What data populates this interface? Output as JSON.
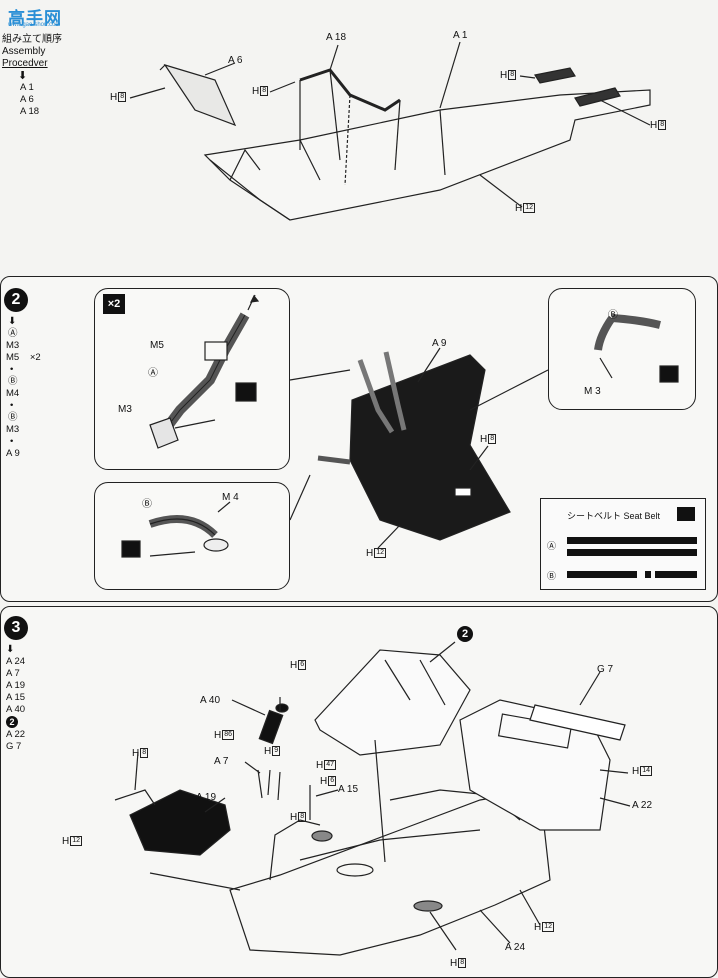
{
  "header": {
    "logo_text": "高手网",
    "logo_url": "www.gao-shou.com",
    "title_jp": "組み立て順序",
    "title_en": "Assembly",
    "title_en2": "Procedver"
  },
  "step1": {
    "sequence": [
      "A 1",
      "A 6",
      "A 18"
    ],
    "parts": {
      "a18": "A 18",
      "a1": "A 1",
      "a6": "A 6"
    },
    "h8": "8",
    "h12": "12"
  },
  "step2": {
    "number": "2",
    "sequence": [
      "Ⓐ",
      "M3",
      "M5",
      "×2",
      "•",
      "Ⓑ",
      "M4",
      "•",
      "Ⓑ",
      "M3",
      "•",
      "A 9"
    ],
    "x2_badge": "×2",
    "parts": {
      "m5": "M5",
      "m3_left": "M3",
      "a_mark": "Ⓐ",
      "a9": "A 9",
      "m3_right": "M 3",
      "b_right": "Ⓑ",
      "b_bottom": "Ⓑ",
      "m4": "M 4"
    },
    "h8": "8",
    "h12": "12",
    "legend": {
      "title_jp": "シートベルト",
      "title_en": "Seat Belt",
      "row_a": "Ⓐ",
      "row_b": "Ⓑ"
    }
  },
  "step3": {
    "number": "3",
    "sequence": [
      "A 24",
      "A 7",
      "A 19",
      "A 15",
      "A 40",
      "2",
      "A 22",
      "G 7"
    ],
    "parts": {
      "circ2": "2",
      "a40": "A 40",
      "g7": "G 7",
      "a7": "A 7",
      "a19": "A 19",
      "a15": "A 15",
      "a22": "A 22",
      "a24": "A 24"
    },
    "h_labels": {
      "h6a": "6",
      "h86": "86",
      "h9a": "9",
      "h47": "47",
      "h8a": "8",
      "h6b": "6",
      "h8b": "8",
      "h12a": "12",
      "h14": "14",
      "h12b": "12",
      "h8c": "8"
    }
  }
}
